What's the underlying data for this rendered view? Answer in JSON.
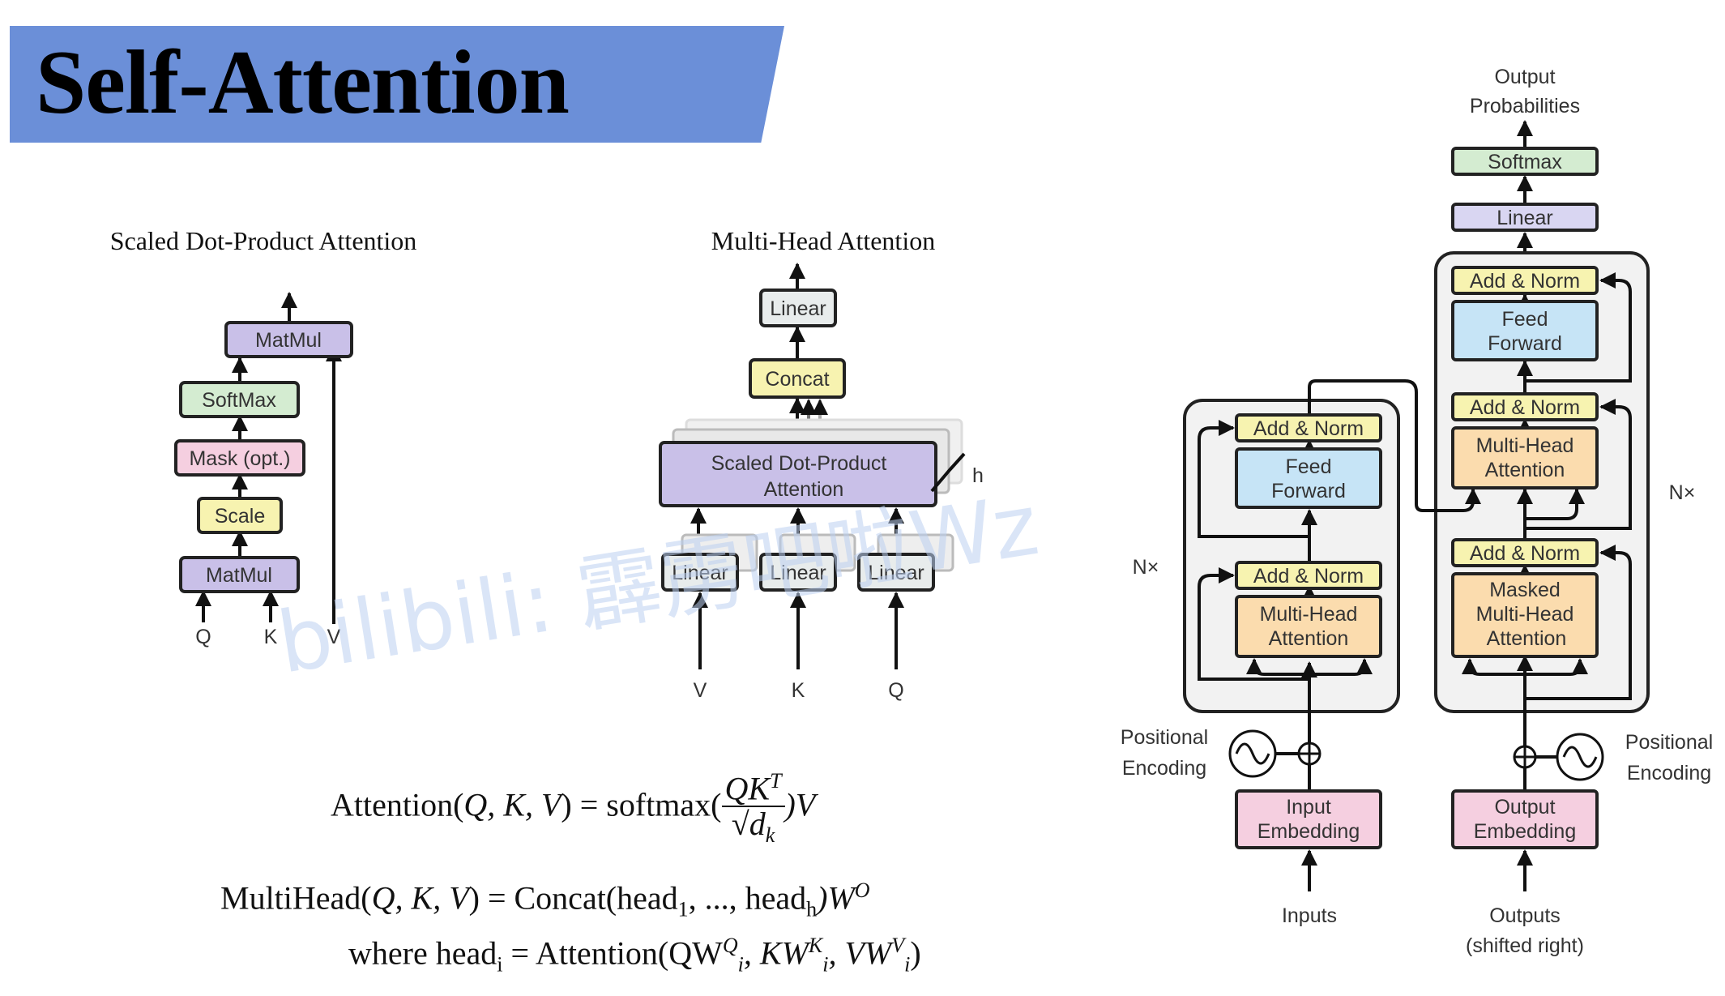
{
  "title": "Self-Attention",
  "watermark": "bilibili: 霹雳吧啦Wz",
  "sdpa": {
    "title": "Scaled Dot-Product Attention",
    "blocks": [
      "MatMul",
      "SoftMax",
      "Mask (opt.)",
      "Scale",
      "MatMul"
    ],
    "inputs": [
      "Q",
      "K",
      "V"
    ]
  },
  "mha": {
    "title": "Multi-Head Attention",
    "linear_top": "Linear",
    "concat": "Concat",
    "sdpa_line1": "Scaled Dot-Product",
    "sdpa_line2": "Attention",
    "h_label": "h",
    "linears": [
      "Linear",
      "Linear",
      "Linear"
    ],
    "inputs": [
      "V",
      "K",
      "Q"
    ]
  },
  "transformer": {
    "output_line1": "Output",
    "output_line2": "Probabilities",
    "softmax": "Softmax",
    "linear": "Linear",
    "add_norm": "Add & Norm",
    "feed_line1": "Feed",
    "feed_line2": "Forward",
    "mha_line1": "Multi-Head",
    "mha_line2": "Attention",
    "masked_line1": "Masked",
    "masked_line2": "Multi-Head",
    "masked_line3": "Attention",
    "nx": "N×",
    "pos_line1": "Positional",
    "pos_line2": "Encoding",
    "input_emb_line1": "Input",
    "input_emb_line2": "Embedding",
    "output_emb_line1": "Output",
    "output_emb_line2": "Embedding",
    "inputs_label": "Inputs",
    "outputs_line1": "Outputs",
    "outputs_line2": "(shifted right)"
  },
  "formulas": {
    "attention_lhs": "Attention(",
    "attention_args": "Q, K, V",
    "attention_mid": ") = softmax(",
    "attention_num": "QK",
    "attention_num_sup": "T",
    "attention_den": "√d",
    "attention_den_sub": "k",
    "attention_rhs": ")V",
    "multihead_lhs": "MultiHead(",
    "multihead_args": "Q, K, V",
    "multihead_mid": ") = Concat(head",
    "multihead_sub1": "1",
    "multihead_dots": ", ..., head",
    "multihead_subh": "h",
    "multihead_rhs": ")W",
    "multihead_sup": "O",
    "where_text": "where head",
    "where_sub": "i",
    "where_mid": " = Attention(QW",
    "where_q_sup": "Q",
    "where_q_sub": "i",
    "where_k": ", KW",
    "where_k_sup": "K",
    "where_k_sub": "i",
    "where_v": ", VW",
    "where_v_sup": "V",
    "where_v_sub": "i",
    "where_end": ")"
  },
  "colors": {
    "banner": "#6b8fd8",
    "purple": "#c9c0e8",
    "green": "#d4ecd1",
    "pink": "#f5cfe0",
    "yellow": "#f7f3b0",
    "blue": "#c6e4f6",
    "orange": "#fbdcae",
    "lavender": "#d9d6f2",
    "gray": "#e8ecec"
  }
}
